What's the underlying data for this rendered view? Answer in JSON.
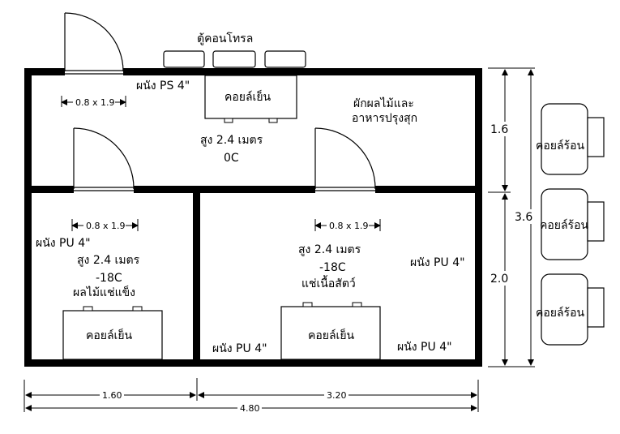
{
  "labels": {
    "control_cabinet": "ตู้คอนโทรล",
    "wall_ps_top": "ผนัง PS 4\"",
    "coil_cold_top": "คอยล์เย็น",
    "veg_line1": "ผักผลไม้และ",
    "veg_line2": "อาหารปรุงสุก",
    "height_top": "สูง 2.4 เมตร",
    "temp_top": "0C",
    "wall_pu_left": "ผนัง PU 4\"",
    "height_left": "สูง 2.4 เมตร",
    "temp_left": "-18C",
    "name_left": "ผลไม้แช่แข็ง",
    "coil_cold_left": "คอยล์เย็น",
    "height_right": "สูง 2.4 เมตร",
    "temp_right": "-18C",
    "name_right": "แช่เนื้อสัตว์",
    "wall_pu_right": "ผนัง PU 4\"",
    "wall_pu_bottom_mid": "ผนัง PU 4\"",
    "coil_cold_right": "คอยล์เย็น",
    "wall_pu_bottom_right": "ผนัง PU 4\"",
    "coil_hot_1": "คอยล์ร้อน",
    "coil_hot_2": "คอยล์ร้อน",
    "coil_hot_3": "คอยล์ร้อน"
  },
  "dimensions": {
    "door_top": "0.8 x 1.9",
    "door_left": "0.8 x 1.9",
    "door_right": "0.8 x 1.9",
    "v_upper": "1.6",
    "v_lower": "2.0",
    "v_total": "3.6",
    "h_left": "1.60",
    "h_right": "3.20",
    "h_total": "4.80"
  }
}
